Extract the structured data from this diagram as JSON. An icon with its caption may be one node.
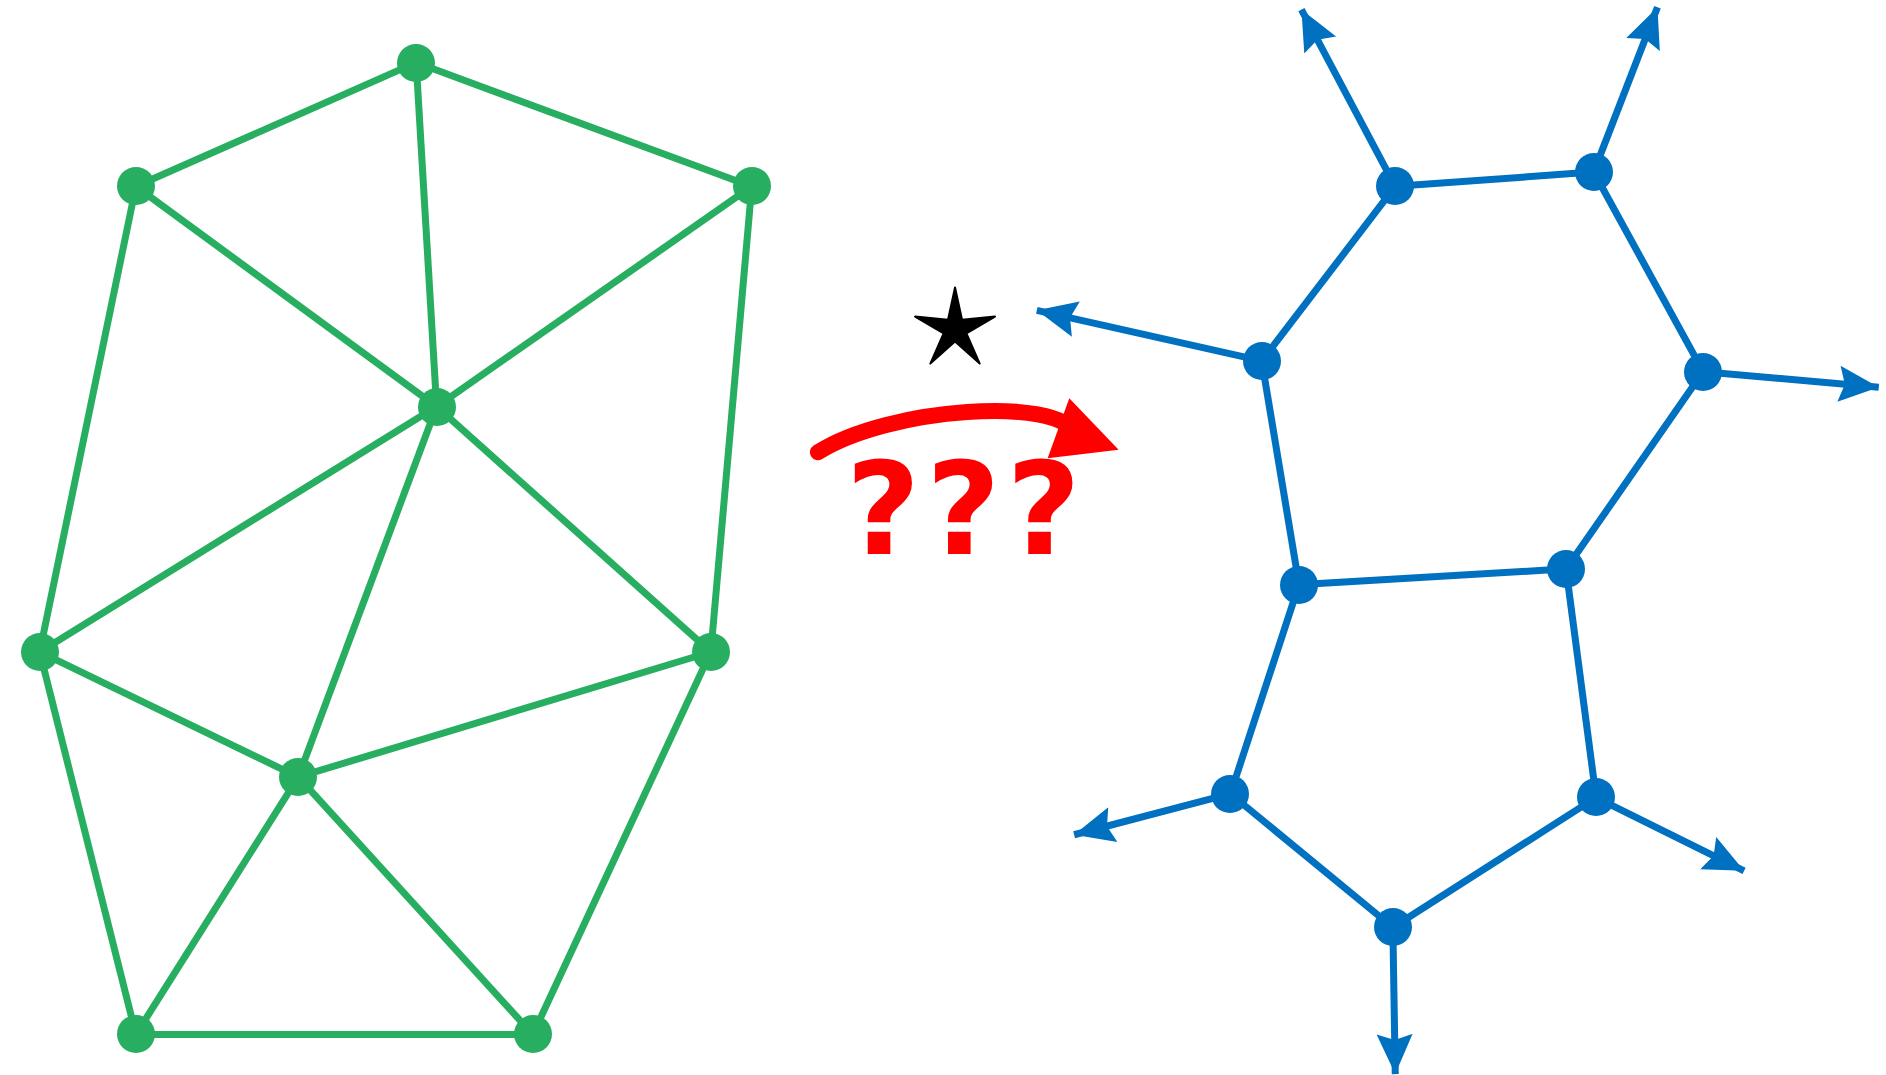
{
  "diagram": {
    "nodes": [
      {
        "text": [],
        "shape": "circle"
      },
      {
        "text": [],
        "shape": "circle"
      },
      {
        "text": [],
        "shape": "circle"
      },
      {
        "text": [],
        "shape": "circle"
      },
      {
        "text": [],
        "shape": "circle"
      },
      {
        "text": [],
        "shape": "circle"
      },
      {
        "text": [],
        "shape": "circle"
      },
      {
        "text": [],
        "shape": "circle"
      },
      {
        "text": [],
        "shape": "circle"
      },
      {
        "text": [],
        "shape": "circle"
      },
      {
        "text": [],
        "shape": "circle"
      },
      {
        "text": [],
        "shape": "circle"
      },
      {
        "text": [],
        "shape": "circle"
      },
      {
        "text": [],
        "shape": "circle"
      },
      {
        "text": [],
        "shape": "circle"
      },
      {
        "text": [],
        "shape": "circle"
      },
      {
        "text": [],
        "shape": "circle"
      },
      {
        "text": [],
        "shape": "circle"
      }
    ],
    "edges": [
      {
        "from": 0,
        "to": 1,
        "arrow": "none"
      },
      {
        "from": 0,
        "to": 2,
        "arrow": "none"
      },
      {
        "from": 0,
        "to": 3,
        "arrow": "none"
      },
      {
        "from": 1,
        "to": 3,
        "arrow": "none"
      },
      {
        "from": 2,
        "to": 3,
        "arrow": "none"
      },
      {
        "from": 1,
        "to": 4,
        "arrow": "none"
      },
      {
        "from": 2,
        "to": 5,
        "arrow": "none"
      },
      {
        "from": 3,
        "to": 4,
        "arrow": "none"
      },
      {
        "from": 3,
        "to": 5,
        "arrow": "none"
      },
      {
        "from": 3,
        "to": 6,
        "arrow": "none"
      },
      {
        "from": 4,
        "to": 6,
        "arrow": "none"
      },
      {
        "from": 5,
        "to": 6,
        "arrow": "none"
      },
      {
        "from": 4,
        "to": 7,
        "arrow": "none"
      },
      {
        "from": 6,
        "to": 7,
        "arrow": "none"
      },
      {
        "from": 6,
        "to": 8,
        "arrow": "none"
      },
      {
        "from": 5,
        "to": 8,
        "arrow": "none"
      },
      {
        "from": 7,
        "to": 8,
        "arrow": "none"
      },
      {
        "from": 9,
        "to": 10,
        "arrow": "none",
        "color": "#0070c0"
      },
      {
        "from": 9,
        "to": 11,
        "arrow": "none",
        "color": "#0070c0"
      },
      {
        "from": 10,
        "to": 12,
        "arrow": "none",
        "color": "#0070c0"
      },
      {
        "from": 11,
        "to": 13,
        "arrow": "none",
        "color": "#0070c0"
      },
      {
        "from": 12,
        "to": 14,
        "arrow": "none",
        "color": "#0070c0"
      },
      {
        "from": 13,
        "to": 14,
        "arrow": "none",
        "color": "#0070c0"
      },
      {
        "from": 13,
        "to": 15,
        "arrow": "none",
        "color": "#0070c0"
      },
      {
        "from": 14,
        "to": 16,
        "arrow": "none",
        "color": "#0070c0"
      },
      {
        "from": 15,
        "to": 17,
        "arrow": "none",
        "color": "#0070c0"
      },
      {
        "from": 16,
        "to": 17,
        "arrow": "none",
        "color": "#0070c0"
      },
      {
        "from": 9,
        "to": null,
        "arrow": "to",
        "color": "#0070c0"
      },
      {
        "from": 10,
        "to": null,
        "arrow": "to",
        "color": "#0070c0"
      },
      {
        "from": 11,
        "to": null,
        "arrow": "to",
        "color": "#0070c0"
      },
      {
        "from": 12,
        "to": null,
        "arrow": "to",
        "color": "#0070c0"
      },
      {
        "from": 15,
        "to": null,
        "arrow": "to",
        "color": "#0070c0"
      },
      {
        "from": 16,
        "to": null,
        "arrow": "to",
        "color": "#0070c0"
      },
      {
        "from": 17,
        "to": null,
        "arrow": "to",
        "color": "#0070c0"
      }
    ],
    "labels": [
      "???"
    ]
  }
}
